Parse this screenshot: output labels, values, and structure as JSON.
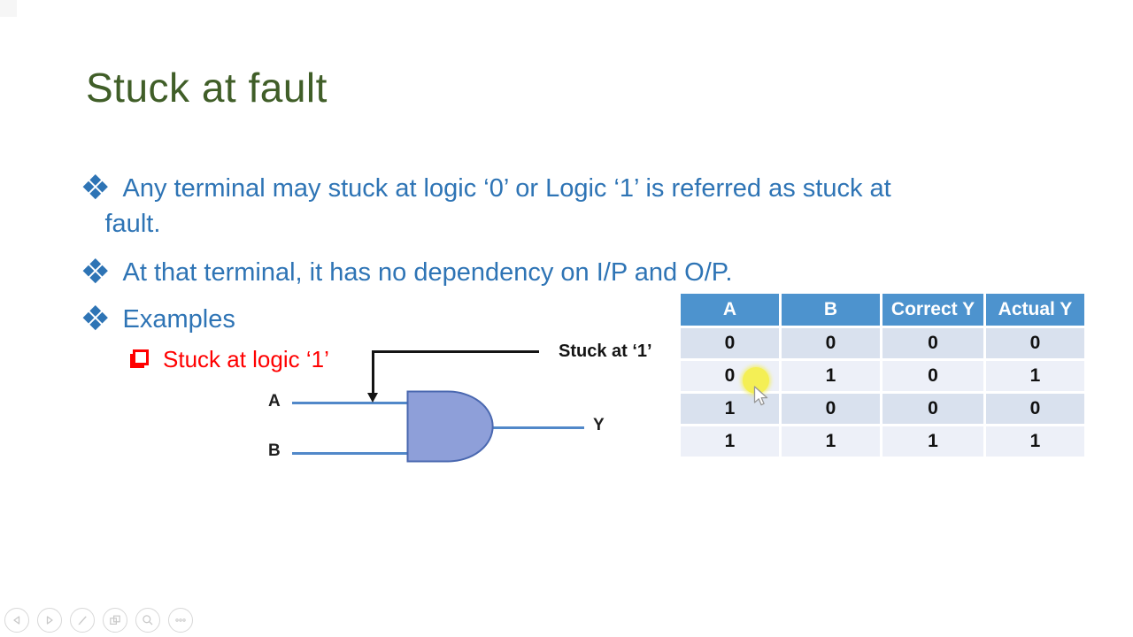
{
  "title": "Stuck at fault",
  "bullets": {
    "b1_line1": "Any terminal may stuck at logic ‘0’ or Logic ‘1’ is referred as stuck at",
    "b1_line2": "fault.",
    "b2": "At that terminal, it has no dependency on I/P and O/P.",
    "b3": "Examples"
  },
  "sub_bullet": {
    "label": "Stuck at logic ‘1’"
  },
  "diagram": {
    "gate_type": "AND",
    "input_a": "A",
    "input_b": "B",
    "output": "Y",
    "annotation": "Stuck at ‘1’"
  },
  "table": {
    "headers": [
      "A",
      "B",
      "Correct Y",
      "Actual Y"
    ],
    "rows": [
      [
        "0",
        "0",
        "0",
        "0"
      ],
      [
        "0",
        "1",
        "0",
        "1"
      ],
      [
        "1",
        "0",
        "0",
        "0"
      ],
      [
        "1",
        "1",
        "1",
        "1"
      ]
    ]
  },
  "toolbar": {
    "buttons": [
      {
        "name": "previous-slide",
        "icon": "triangle-left-icon"
      },
      {
        "name": "next-slide",
        "icon": "triangle-right-icon"
      },
      {
        "name": "pen-tools",
        "icon": "pen-icon"
      },
      {
        "name": "see-all-slides",
        "icon": "slides-grid-icon"
      },
      {
        "name": "zoom-into-slide",
        "icon": "magnifier-icon"
      },
      {
        "name": "more-options",
        "icon": "ellipsis-icon"
      }
    ]
  },
  "colors": {
    "title_green": "#405e28",
    "body_blue": "#2e74b5",
    "accent_red": "#ff0000",
    "table_header_blue": "#4d93ce",
    "table_band_dark": "#d9e1ee",
    "table_band_light": "#edf0f8",
    "gate_fill": "#8e9fd9",
    "gate_stroke": "#4a68b0",
    "wire_blue": "#5188c9",
    "cursor_highlight_yellow": "#f4ef55"
  }
}
